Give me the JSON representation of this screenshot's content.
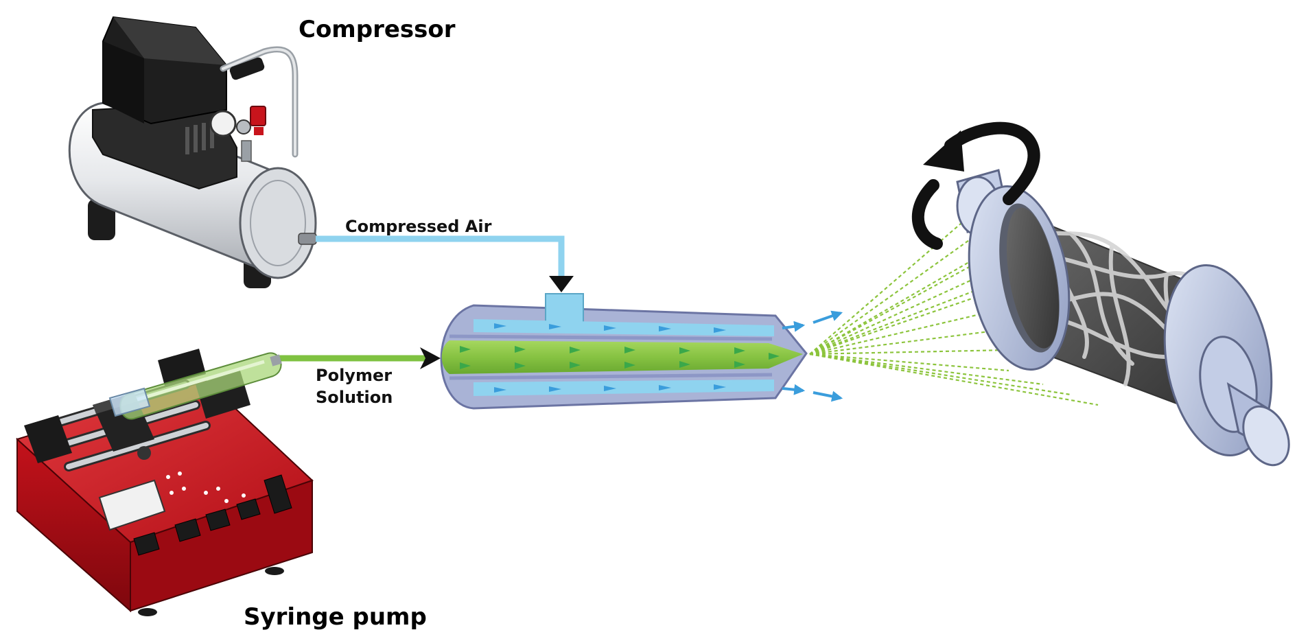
{
  "labels": {
    "compressor": "Compressor",
    "compressed_air": "Compressed Air",
    "polymer_line1": "Polymer",
    "polymer_line2": "Solution",
    "syringe_pump": "Syringe pump"
  },
  "colors": {
    "air": "#8fd3ef",
    "air_arrow": "#3a9ddc",
    "polymer": "#7fc241",
    "polymer_arrow": "#3aa84a",
    "pump_body": "#c8141c",
    "tank": "#e9ebee",
    "collector": "#b6c2df",
    "fiber": "#8cc43c"
  },
  "icons": [
    "rotation-arrow-icon"
  ]
}
